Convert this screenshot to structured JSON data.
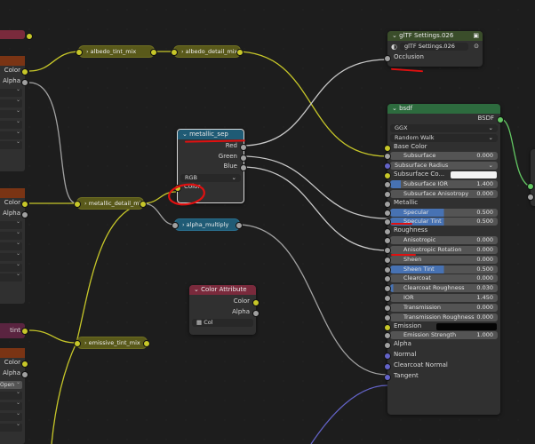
{
  "colors": {
    "olive": "#59591a",
    "teal": "#1f5b75",
    "bsdf_header": "#2d6b3e",
    "gltf_header": "#3a4d2a",
    "color_attr_header": "#7a2a3c",
    "left_header": "#7a3414",
    "wire_yellow": "#c7c729",
    "wire_gray": "#a1a1a1",
    "wire_purple": "#6363c7",
    "annotation_red": "#e01010"
  },
  "pills": {
    "albedo_tint_mix": "albedo_tint_mix",
    "albedo_detail_mix": "albedo_detail_mix",
    "metallic_detail_mix": "metallic_detail_mix",
    "alpha_multiply": "alpha_multiply",
    "emissive_tint_mix": "emissive_tint_mix"
  },
  "metallic_sep": {
    "title": "metallic_sep",
    "outputs": [
      "Red",
      "Green",
      "Blue"
    ],
    "mode": "RGB",
    "input": "Color"
  },
  "gltf": {
    "title": "glTF Settings.026",
    "group": "glTF Settings.026",
    "input": "Occlusion"
  },
  "color_attribute": {
    "title": "Color Attribute",
    "outputs": [
      "Color",
      "Alpha"
    ],
    "field": "Col"
  },
  "left": {
    "top": {
      "outputs": [
        "Color",
        "Alpha"
      ]
    },
    "mid": {
      "outputs": [
        "Color",
        "Alpha"
      ]
    },
    "emissive": {
      "label": "tint"
    },
    "bottom": {
      "outputs": [
        "Color",
        "Alpha"
      ],
      "field": "Open"
    }
  },
  "bsdf": {
    "title": "bsdf",
    "output": "BSDF",
    "distribution": "GGX",
    "subsurface_method": "Random Walk",
    "base_color": "Base Color",
    "subsurface": {
      "label": "Subsurface",
      "value": "0.000"
    },
    "subsurface_radius": "Subsurface Radius",
    "subsurface_color": "Subsurface Co...",
    "subsurface_ior": {
      "label": "Subsurface IOR",
      "value": "1.400"
    },
    "subsurface_anisotropy": {
      "label": "Subsurface Anisotropy",
      "value": "0.000"
    },
    "metallic": "Metallic",
    "specular": {
      "label": "Specular",
      "value": "0.500"
    },
    "specular_tint": {
      "label": "Specular Tint",
      "value": "0.500"
    },
    "roughness": "Roughness",
    "anisotropic": {
      "label": "Anisotropic",
      "value": "0.000"
    },
    "anisotropic_rotation": {
      "label": "Anisotropic Rotation",
      "value": "0.000"
    },
    "sheen": {
      "label": "Sheen",
      "value": "0.000"
    },
    "sheen_tint": {
      "label": "Sheen Tint",
      "value": "0.500"
    },
    "clearcoat": {
      "label": "Clearcoat",
      "value": "0.000"
    },
    "clearcoat_roughness": {
      "label": "Clearcoat Roughness",
      "value": "0.030"
    },
    "ior": {
      "label": "IOR",
      "value": "1.450"
    },
    "transmission": {
      "label": "Transmission",
      "value": "0.000"
    },
    "transmission_roughness": {
      "label": "Transmission Roughness",
      "value": "0.000"
    },
    "emission": "Emission",
    "emission_strength": {
      "label": "Emission Strength",
      "value": "1.000"
    },
    "alpha": "Alpha",
    "normal": "Normal",
    "clearcoat_normal": "Clearcoat Normal",
    "tangent": "Tangent"
  }
}
